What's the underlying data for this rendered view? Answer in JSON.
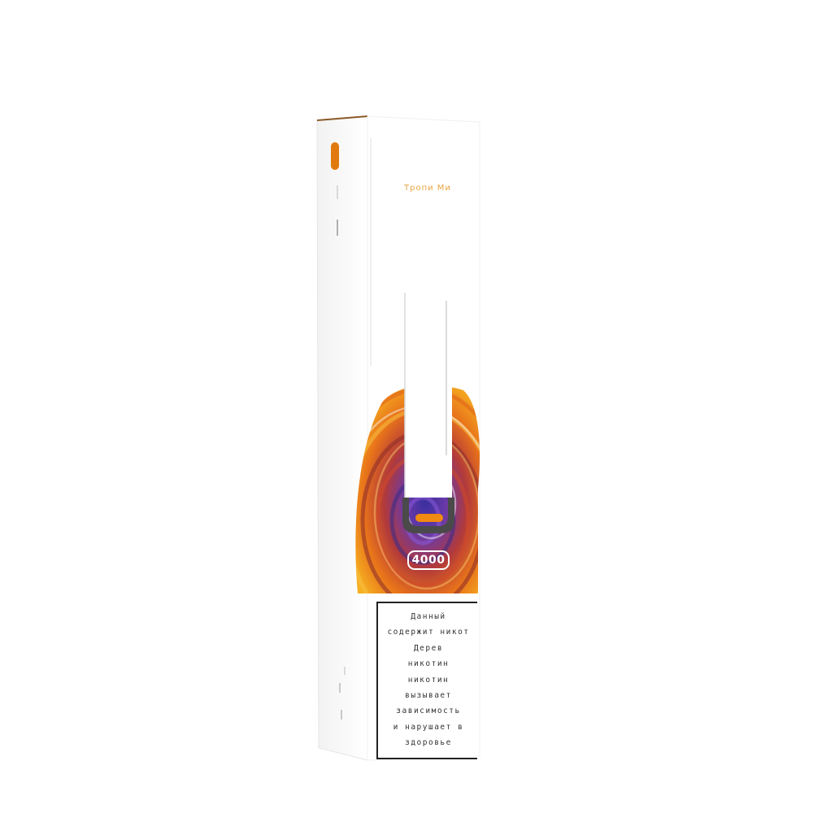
{
  "product": {
    "puff_count": "4000",
    "flavor_name": "Тропи Ми",
    "warning_lines": [
      "Данный",
      "содержит никот",
      "Дерев",
      "никотин",
      "никотин",
      "вызывает",
      "зависимость",
      "и нарушает в",
      "здоровье"
    ]
  },
  "colors": {
    "accent_orange": "#e07a10",
    "swirl_purple": "#5a3aa8",
    "swirl_red": "#c63a2a",
    "swirl_yellow": "#f4a81a",
    "box_white": "#ffffff",
    "border_dark": "#222222"
  }
}
